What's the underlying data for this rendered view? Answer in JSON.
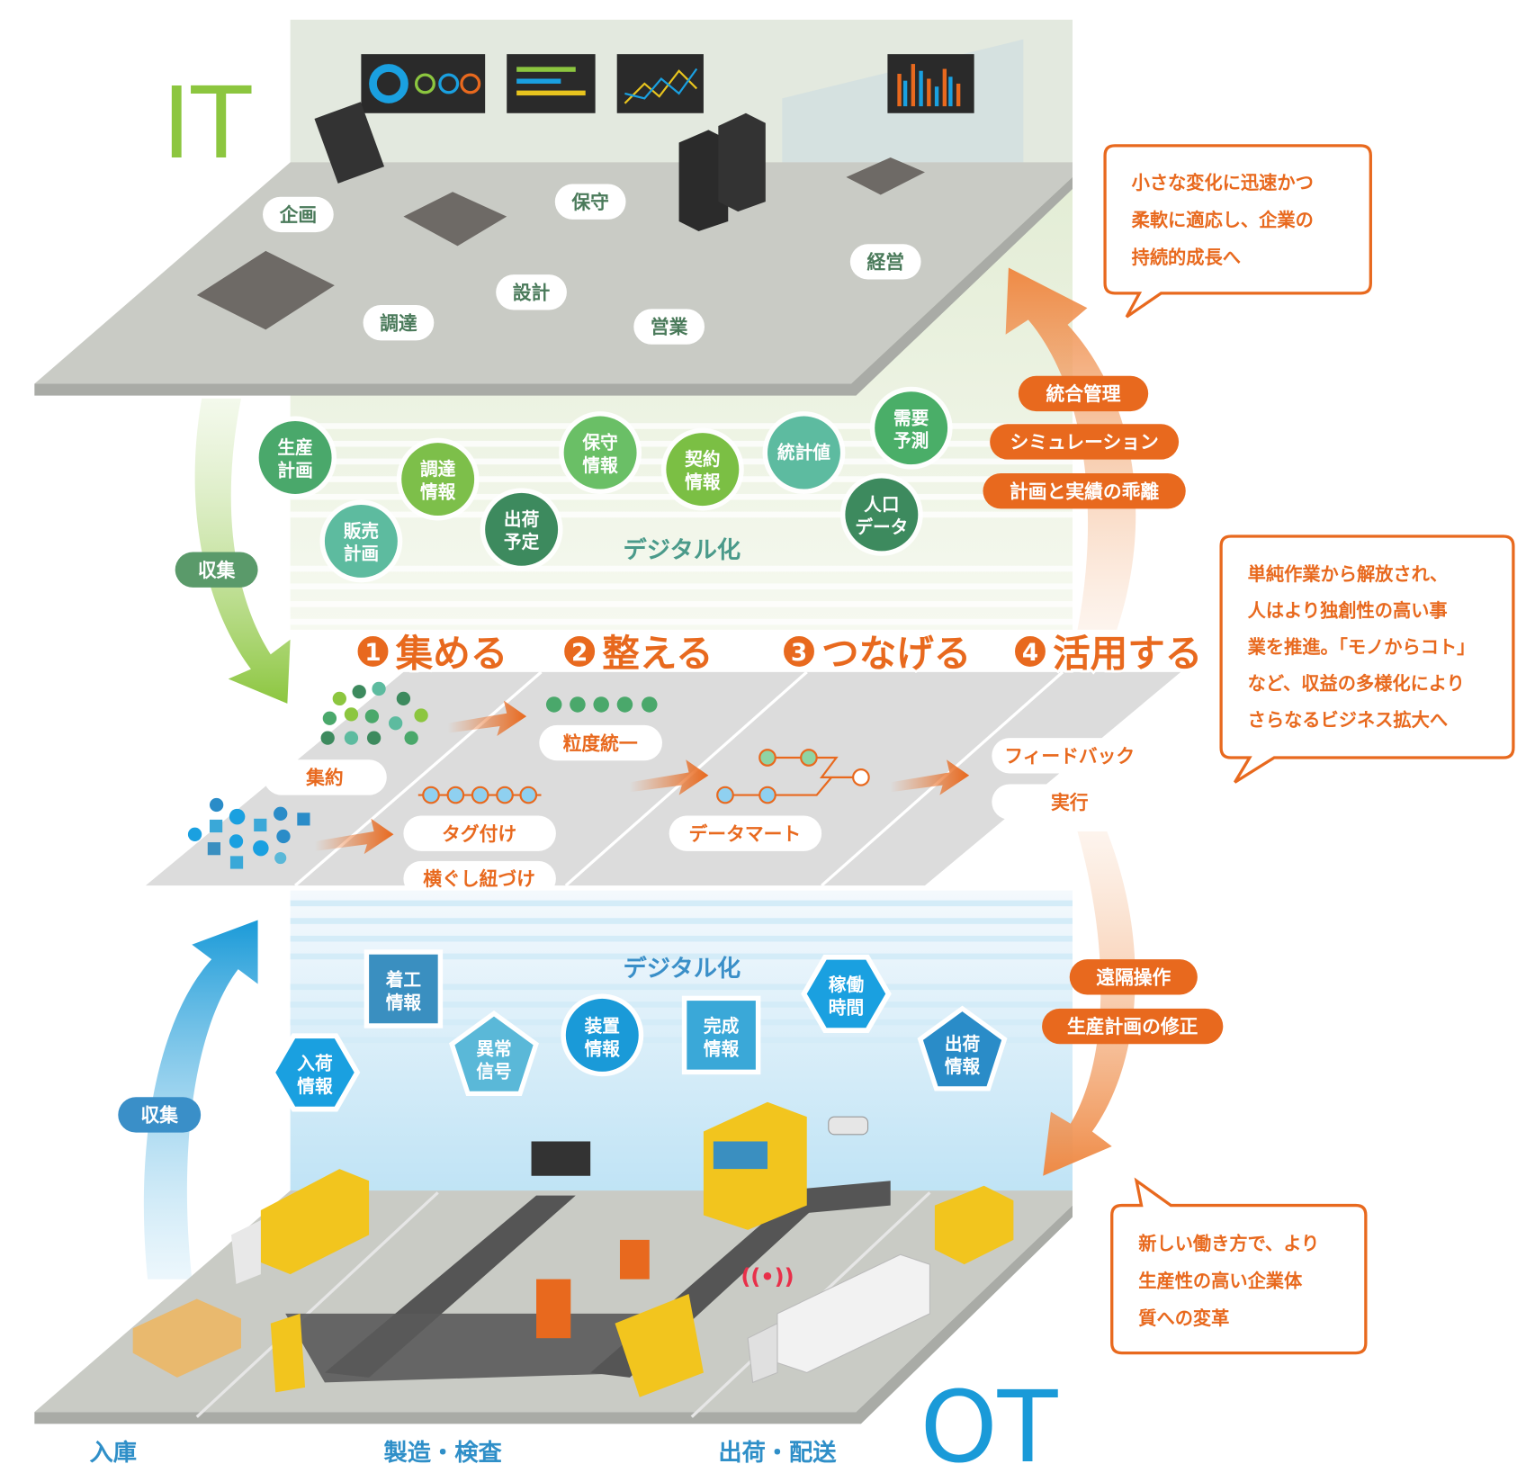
{
  "it_label": "IT",
  "ot_label": "OT",
  "it_departments": [
    "企画",
    "保守",
    "設計",
    "調達",
    "営業",
    "経営"
  ],
  "it_data": [
    {
      "l1": "生産",
      "l2": "計画",
      "color": "#4aa86b"
    },
    {
      "l1": "販売",
      "l2": "計画",
      "color": "#5dbb9f"
    },
    {
      "l1": "調達",
      "l2": "情報",
      "color": "#7dbf4a"
    },
    {
      "l1": "出荷",
      "l2": "予定",
      "color": "#3d8a5e"
    },
    {
      "l1": "保守",
      "l2": "情報",
      "color": "#6abf66"
    },
    {
      "l1": "契約",
      "l2": "情報",
      "color": "#7bbf44"
    },
    {
      "l1": "統計値",
      "l2": "",
      "color": "#5dbba0"
    },
    {
      "l1": "需要",
      "l2": "予測",
      "color": "#4aae68"
    },
    {
      "l1": "人口",
      "l2": "データ",
      "color": "#3d8a5e"
    }
  ],
  "digitalization_label": "デジタル化",
  "collect_label": "収集",
  "steps": [
    {
      "num": "1",
      "label": "集める"
    },
    {
      "num": "2",
      "label": "整える"
    },
    {
      "num": "3",
      "label": "つなげる"
    },
    {
      "num": "4",
      "label": "活用する"
    }
  ],
  "process_tags": {
    "aggregate": "集約",
    "granularity": "粒度統一",
    "tagging": "タグ付け",
    "cross_link": "横ぐし紐づけ",
    "data_mart": "データマート",
    "feedback": "フィードバック",
    "execute": "実行"
  },
  "upper_actions": [
    "統合管理",
    "シミュレーション",
    "計画と実績の乖離"
  ],
  "lower_actions": [
    "遠隔操作",
    "生産計画の修正"
  ],
  "ot_data": [
    {
      "l1": "着工",
      "l2": "情報",
      "shape": "square",
      "color": "#3a8fc0"
    },
    {
      "l1": "入荷",
      "l2": "情報",
      "shape": "hexagon",
      "color": "#1aa0e0"
    },
    {
      "l1": "異常",
      "l2": "信号",
      "shape": "pentagon",
      "color": "#5ab8d8"
    },
    {
      "l1": "装置",
      "l2": "情報",
      "shape": "circle",
      "color": "#1a9ad8"
    },
    {
      "l1": "完成",
      "l2": "情報",
      "shape": "square",
      "color": "#3aa8d8"
    },
    {
      "l1": "稼働",
      "l2": "時間",
      "shape": "hexagon",
      "color": "#1aa0e0"
    },
    {
      "l1": "出荷",
      "l2": "情報",
      "shape": "pentagon",
      "color": "#2a8cc8"
    }
  ],
  "callouts": {
    "top": [
      "小さな変化に迅速かつ",
      "柔軟に適応し、企業の",
      "持続的成長へ"
    ],
    "middle": [
      "単純作業から解放され、",
      "人はより独創性の高い事",
      "業を推進。「モノからコト」",
      "など、収益の多様化により",
      "さらなるビジネス拡大へ"
    ],
    "bottom": [
      "新しい働き方で、より",
      "生産性の高い企業体",
      "質への変革"
    ]
  },
  "ot_zones": [
    "入庫",
    "製造・検査",
    "出荷・配送"
  ],
  "colors": {
    "orange": "#e8691e",
    "green": "#8cc63f",
    "blue": "#1a9ad8"
  }
}
